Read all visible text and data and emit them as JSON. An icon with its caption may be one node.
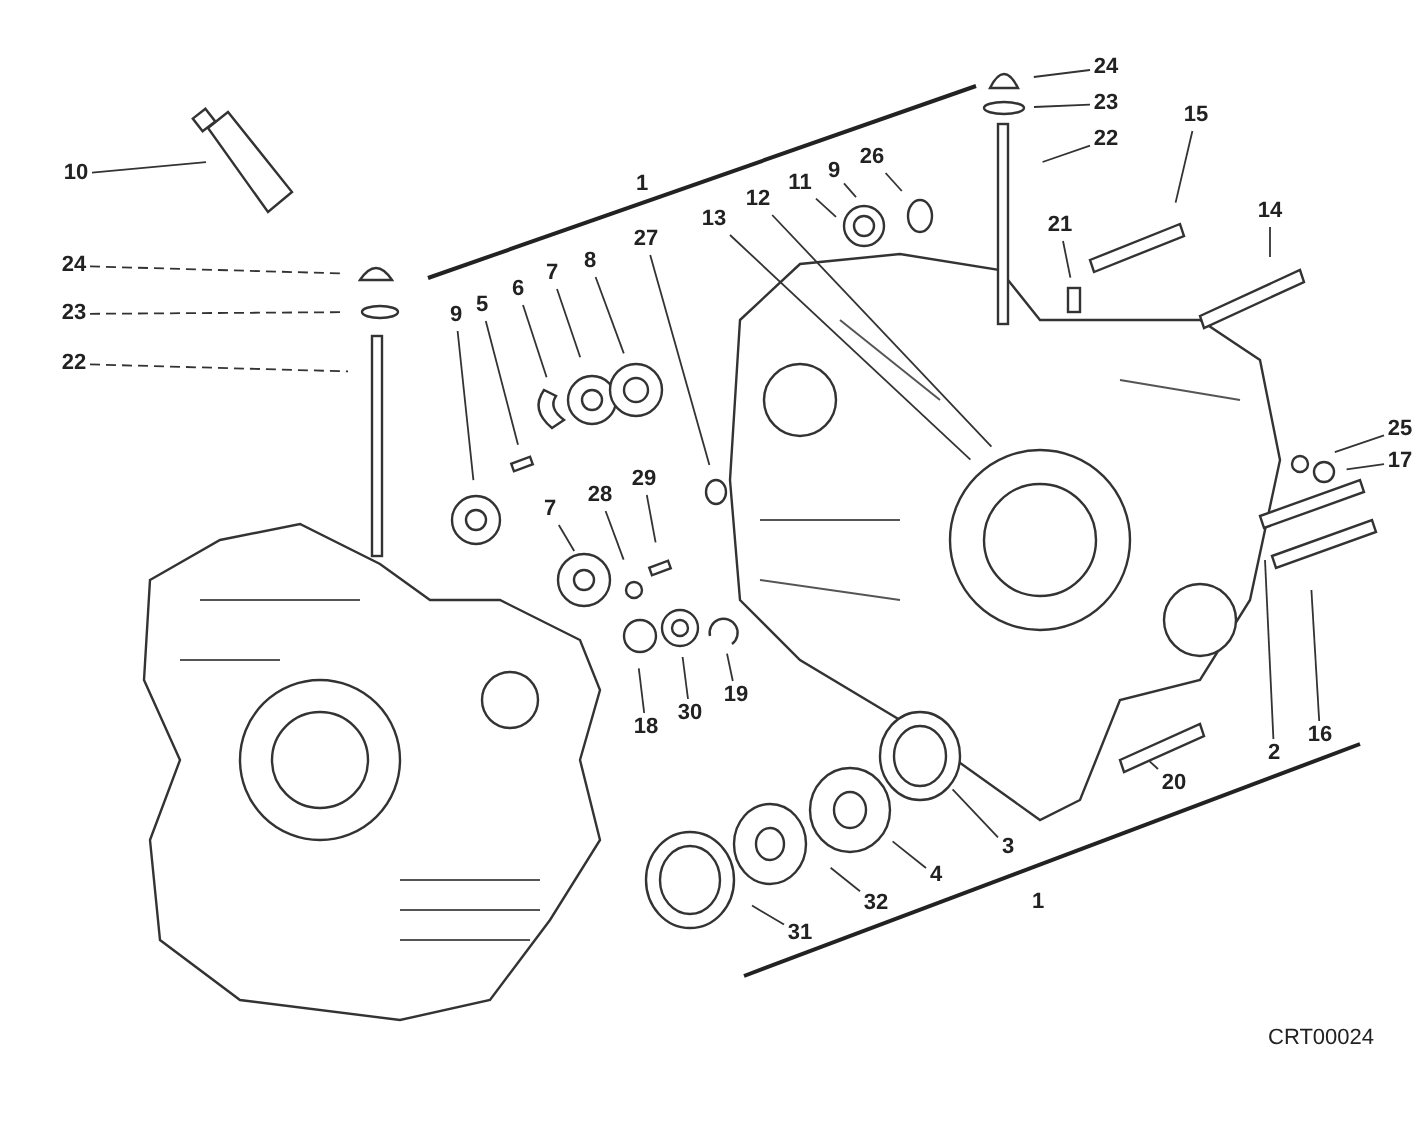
{
  "diagram": {
    "nodes": [
      {
        "text": [
          "10"
        ]
      },
      {
        "text": [
          "24"
        ]
      },
      {
        "text": [
          "23"
        ]
      },
      {
        "text": [
          "22"
        ]
      },
      {
        "text": [
          "9"
        ]
      },
      {
        "text": [
          "5"
        ]
      },
      {
        "text": [
          "6"
        ]
      },
      {
        "text": [
          "7"
        ]
      },
      {
        "text": [
          "8"
        ]
      },
      {
        "text": [
          "27"
        ]
      },
      {
        "text": [
          "13"
        ]
      },
      {
        "text": [
          "12"
        ]
      },
      {
        "text": [
          "11"
        ]
      },
      {
        "text": [
          "9"
        ]
      },
      {
        "text": [
          "26"
        ]
      },
      {
        "text": [
          "24"
        ]
      },
      {
        "text": [
          "23"
        ]
      },
      {
        "text": [
          "22"
        ]
      },
      {
        "text": [
          "15"
        ]
      },
      {
        "text": [
          "21"
        ]
      },
      {
        "text": [
          "14"
        ]
      },
      {
        "text": [
          "25"
        ]
      },
      {
        "text": [
          "17"
        ]
      },
      {
        "text": [
          "7"
        ]
      },
      {
        "text": [
          "28"
        ]
      },
      {
        "text": [
          "29"
        ]
      },
      {
        "text": [
          "18"
        ]
      },
      {
        "text": [
          "30"
        ]
      },
      {
        "text": [
          "19"
        ]
      },
      {
        "text": [
          "20"
        ]
      },
      {
        "text": [
          "2"
        ]
      },
      {
        "text": [
          "16"
        ]
      },
      {
        "text": [
          "3"
        ]
      },
      {
        "text": [
          "4"
        ]
      },
      {
        "text": [
          "32"
        ]
      },
      {
        "text": [
          "31"
        ]
      }
    ],
    "edges": [
      {
        "from": 0,
        "to": null,
        "arrow": "none"
      },
      {
        "from": 1,
        "to": null,
        "arrow": "none",
        "style": "dashed"
      },
      {
        "from": 2,
        "to": null,
        "arrow": "none",
        "style": "dashed"
      },
      {
        "from": 3,
        "to": null,
        "arrow": "none",
        "style": "dashed"
      },
      {
        "from": 4,
        "to": null,
        "arrow": "none"
      },
      {
        "from": 5,
        "to": null,
        "arrow": "none"
      },
      {
        "from": 6,
        "to": null,
        "arrow": "none"
      },
      {
        "from": 7,
        "to": null,
        "arrow": "none"
      },
      {
        "from": 8,
        "to": null,
        "arrow": "none"
      },
      {
        "from": 9,
        "to": null,
        "arrow": "none"
      },
      {
        "from": 10,
        "to": null,
        "arrow": "none"
      },
      {
        "from": 11,
        "to": null,
        "arrow": "none"
      },
      {
        "from": 12,
        "to": null,
        "arrow": "none"
      },
      {
        "from": 13,
        "to": null,
        "arrow": "none"
      },
      {
        "from": 14,
        "to": null,
        "arrow": "none"
      },
      {
        "from": 15,
        "to": null,
        "arrow": "none"
      },
      {
        "from": 16,
        "to": null,
        "arrow": "none"
      },
      {
        "from": 17,
        "to": null,
        "arrow": "none"
      },
      {
        "from": 18,
        "to": null,
        "arrow": "none"
      },
      {
        "from": 19,
        "to": null,
        "arrow": "none"
      },
      {
        "from": 20,
        "to": null,
        "arrow": "none"
      },
      {
        "from": 21,
        "to": null,
        "arrow": "none"
      },
      {
        "from": 22,
        "to": null,
        "arrow": "none"
      },
      {
        "from": 23,
        "to": null,
        "arrow": "none"
      },
      {
        "from": 24,
        "to": null,
        "arrow": "none"
      },
      {
        "from": 25,
        "to": null,
        "arrow": "none"
      },
      {
        "from": 26,
        "to": null,
        "arrow": "none"
      },
      {
        "from": 27,
        "to": null,
        "arrow": "none"
      },
      {
        "from": 28,
        "to": null,
        "arrow": "none"
      },
      {
        "from": 29,
        "to": null,
        "arrow": "none"
      },
      {
        "from": 30,
        "to": null,
        "arrow": "none"
      },
      {
        "from": 31,
        "to": null,
        "arrow": "none"
      },
      {
        "from": 32,
        "to": null,
        "arrow": "none"
      },
      {
        "from": 33,
        "to": null,
        "arrow": "none"
      },
      {
        "from": 34,
        "to": null,
        "arrow": "none"
      },
      {
        "from": 35,
        "to": null,
        "arrow": "none"
      }
    ],
    "labels": [
      "1",
      "1",
      "CRT00024"
    ]
  }
}
